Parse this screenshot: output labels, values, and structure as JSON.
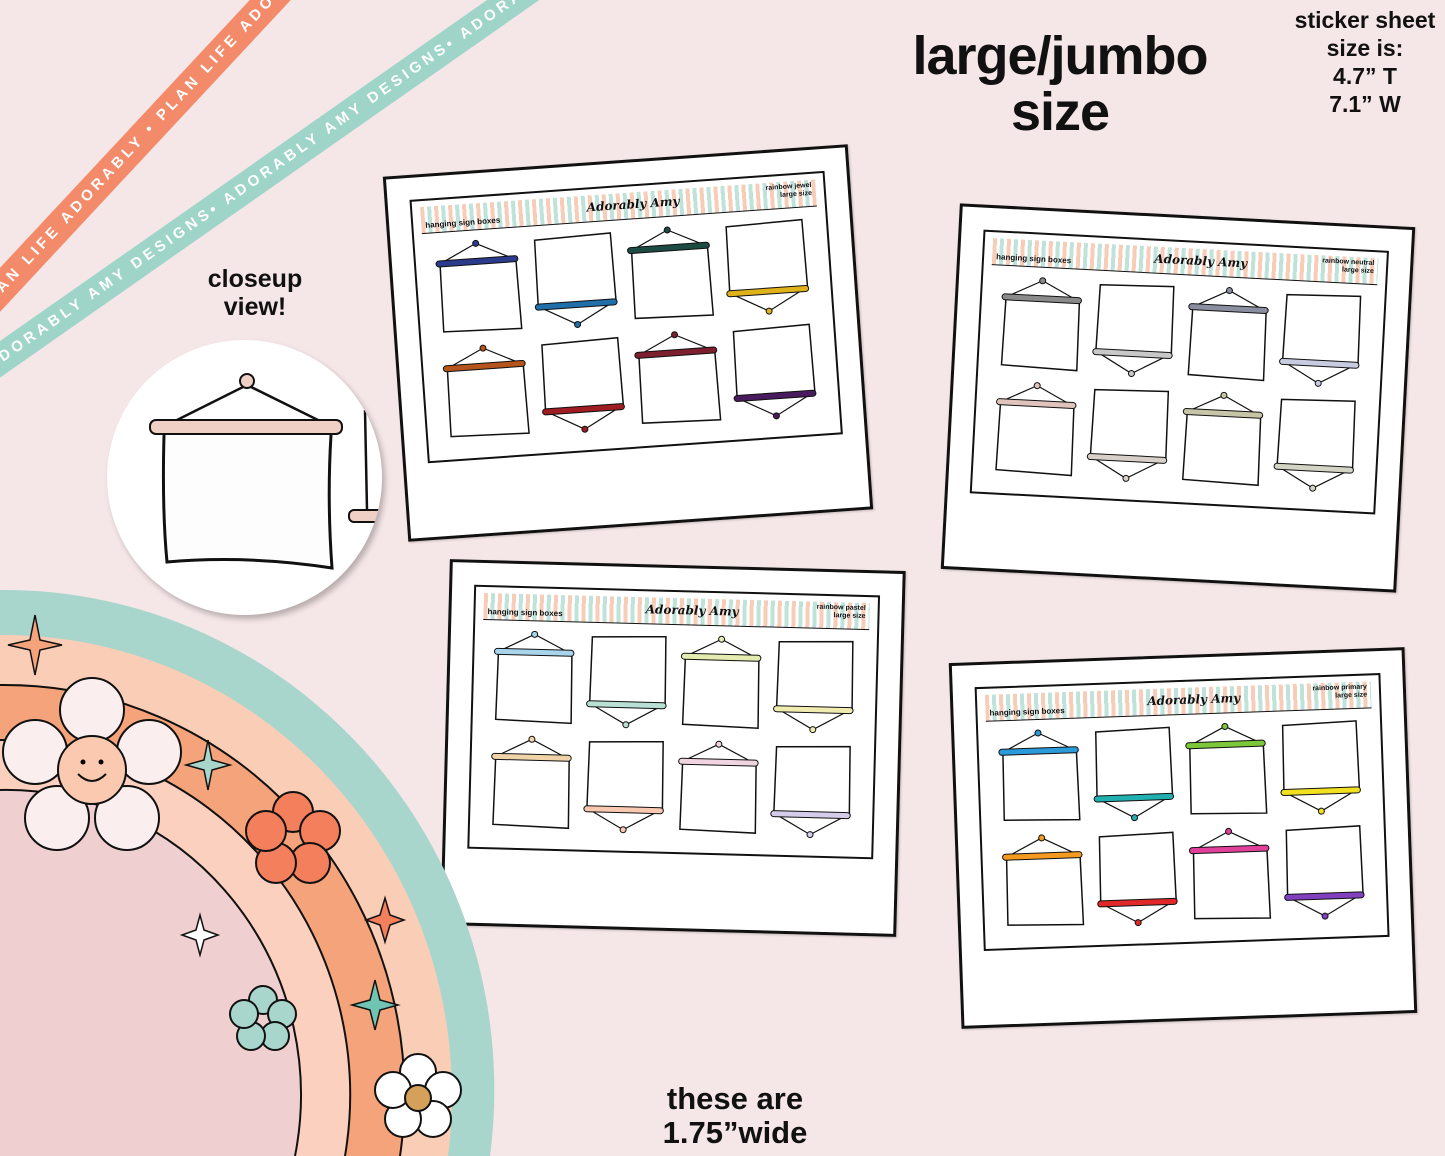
{
  "ribbons": {
    "orange": "PLAN LIFE ADORABLY • PLAN LIFE ADORABLY • PLAN LIFE ADORABLY •",
    "teal": "ADORABLY AMY DESIGNS• ADORABLY AMY DESIGNS• ADORABLY AMY DESIGNS•"
  },
  "headline": {
    "line1": "large/jumbo",
    "line2": "size"
  },
  "sheet_size": {
    "line1": "sticker sheet",
    "line2": "size is:",
    "line3": "4.7” T",
    "line4": "7.1” W"
  },
  "closeup": {
    "line1": "closeup",
    "line2": "view!"
  },
  "footer": {
    "line1": "these are",
    "line2": "1.75”wide"
  },
  "brand": "Adorably Amy",
  "sheets": [
    {
      "left_label": "hanging sign boxes",
      "right_label1": "rainbow jewel",
      "right_label2": "large size",
      "colors": [
        "#2c3a8c",
        "#1f6fa8",
        "#1d4a42",
        "#e0b21a",
        "#b5541c",
        "#9e1c22",
        "#7d1f2e",
        "#4a1a5e"
      ]
    },
    {
      "left_label": "hanging sign boxes",
      "right_label1": "rainbow neutral",
      "right_label2": "large size",
      "colors": [
        "#8a8a8a",
        "#c8c8c8",
        "#8a8ea0",
        "#c8cce0",
        "#e0c4bc",
        "#d8d0c8",
        "#c8c4a8",
        "#d4d4c4"
      ]
    },
    {
      "left_label": "hanging sign boxes",
      "right_label1": "rainbow pastel",
      "right_label2": "large size",
      "colors": [
        "#a8d4ec",
        "#b8e0d4",
        "#e4ecb0",
        "#f0ecb0",
        "#f0d4a8",
        "#f8c8b0",
        "#f0d4e0",
        "#d4cce8"
      ]
    },
    {
      "left_label": "hanging sign boxes",
      "right_label1": "rainbow primary",
      "right_label2": "large size",
      "colors": [
        "#2a9ad8",
        "#20b0b0",
        "#7cc838",
        "#f0e020",
        "#f49a20",
        "#e02828",
        "#e0409a",
        "#8040c0"
      ]
    }
  ],
  "closeup_bar_color": "#f0cfc4"
}
